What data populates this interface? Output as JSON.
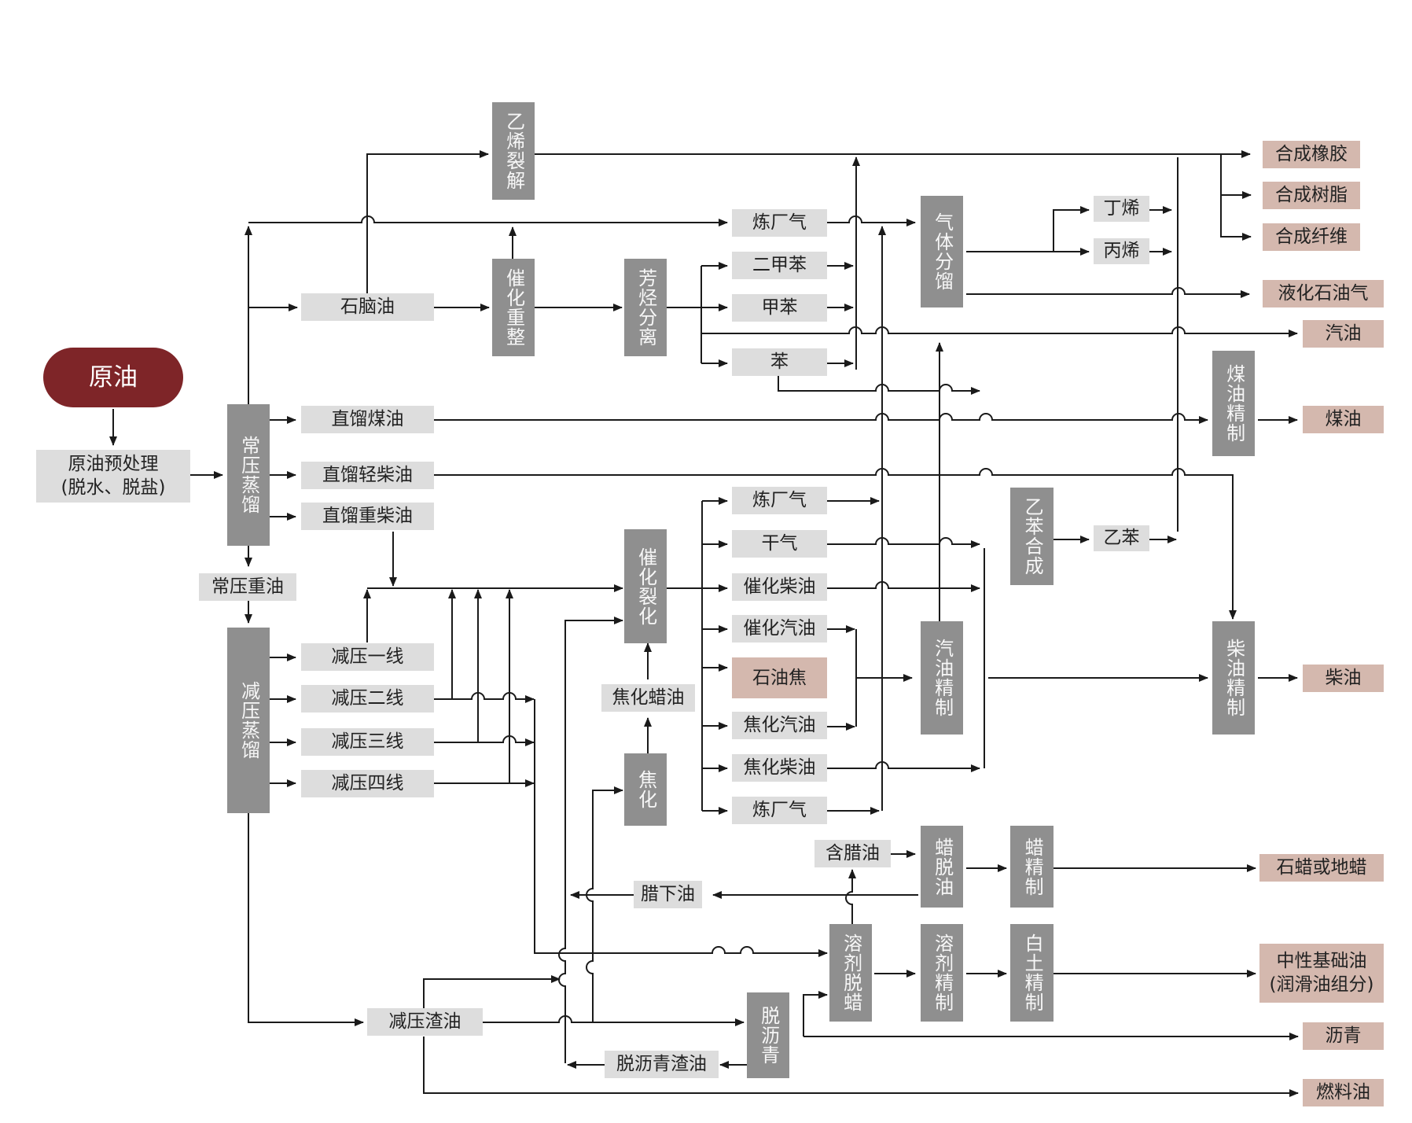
{
  "nodes": {
    "crude": "原油",
    "pretreat": "原油预处理\n(脱水、脱盐)",
    "atm_dist": "常压蒸馏",
    "atm_resid": "常压重油",
    "vac_dist": "减压蒸馏",
    "ethylene_crack": "乙烯裂解",
    "naphtha": "石脑油",
    "cat_reform": "催化重整",
    "aromatics_sep": "芳烃分离",
    "refinery_gas_1": "炼厂气",
    "xylene": "二甲苯",
    "toluene": "甲苯",
    "benzene": "苯",
    "gas_frac": "气体分馏",
    "butene": "丁烯",
    "propylene": "丙烯",
    "sr_kerosene": "直馏煤油",
    "sr_light_diesel": "直馏轻柴油",
    "sr_heavy_diesel": "直馏重柴油",
    "refinery_gas_2": "炼厂气",
    "dry_gas": "干气",
    "cat_diesel": "催化柴油",
    "cat_gasoline": "催化汽油",
    "pet_coke": "石油焦",
    "coker_gasoline": "焦化汽油",
    "coker_diesel": "焦化柴油",
    "refinery_gas_3": "炼厂气",
    "cat_crack": "催化裂化",
    "coker_wax_oil": "焦化蜡油",
    "coking": "焦化",
    "vac_line1": "减压一线",
    "vac_line2": "减压二线",
    "vac_line3": "减压三线",
    "vac_line4": "减压四线",
    "ethylbenzene_synth": "乙苯合成",
    "ethylbenzene": "乙苯",
    "gasoline_refine": "汽油精制",
    "kerosene_refine": "煤油精制",
    "diesel_refine": "柴油精制",
    "waxy_oil": "含腊油",
    "wax_deoil": "蜡脱油",
    "wax_refine": "蜡精制",
    "slack_oil": "腊下油",
    "solvent_dewax": "溶剂脱蜡",
    "solvent_refine": "溶剂精制",
    "clay_refine": "白土精制",
    "vac_resid": "减压渣油",
    "deasphalt": "脱沥青",
    "deasphalt_resid": "脱沥青渣油"
  },
  "products": {
    "synthetic_rubber": "合成橡胶",
    "synthetic_resin": "合成树脂",
    "synthetic_fiber": "合成纤维",
    "lpg": "液化石油气",
    "gasoline": "汽油",
    "kerosene": "煤油",
    "diesel": "柴油",
    "paraffin_wax": "石蜡或地蜡",
    "base_oil": "中性基础油\n(润滑油组分)",
    "asphalt": "沥青",
    "fuel_oil": "燃料油"
  },
  "colors": {
    "crude_fill": "#7e2528",
    "process_fill": "#8f8f8f",
    "stream_fill": "#dddddd",
    "product_fill": "#d4b8ae",
    "line": "#1a1a1a"
  }
}
